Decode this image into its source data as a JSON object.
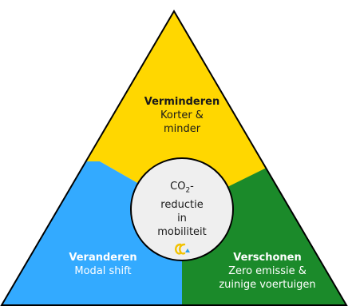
{
  "diagram": {
    "segments": {
      "top": {
        "title": "Verminderen",
        "subtitle_lines": [
          "Korter &",
          "minder"
        ],
        "color": "#ffd700"
      },
      "left": {
        "title": "Veranderen",
        "subtitle_lines": [
          "Modal shift"
        ],
        "color": "#33aaff"
      },
      "right": {
        "title": "Verschonen",
        "subtitle_lines": [
          "Zero emissie &",
          "zuinige voertuigen"
        ],
        "color": "#1b8a2a"
      }
    },
    "center": {
      "co2_main": "CO",
      "co2_sub": "2",
      "co2_suffix": "-",
      "lines": [
        "reductie",
        "in",
        "mobiliteit"
      ],
      "circle_color": "#efefef"
    },
    "outline_color": "#000000"
  }
}
